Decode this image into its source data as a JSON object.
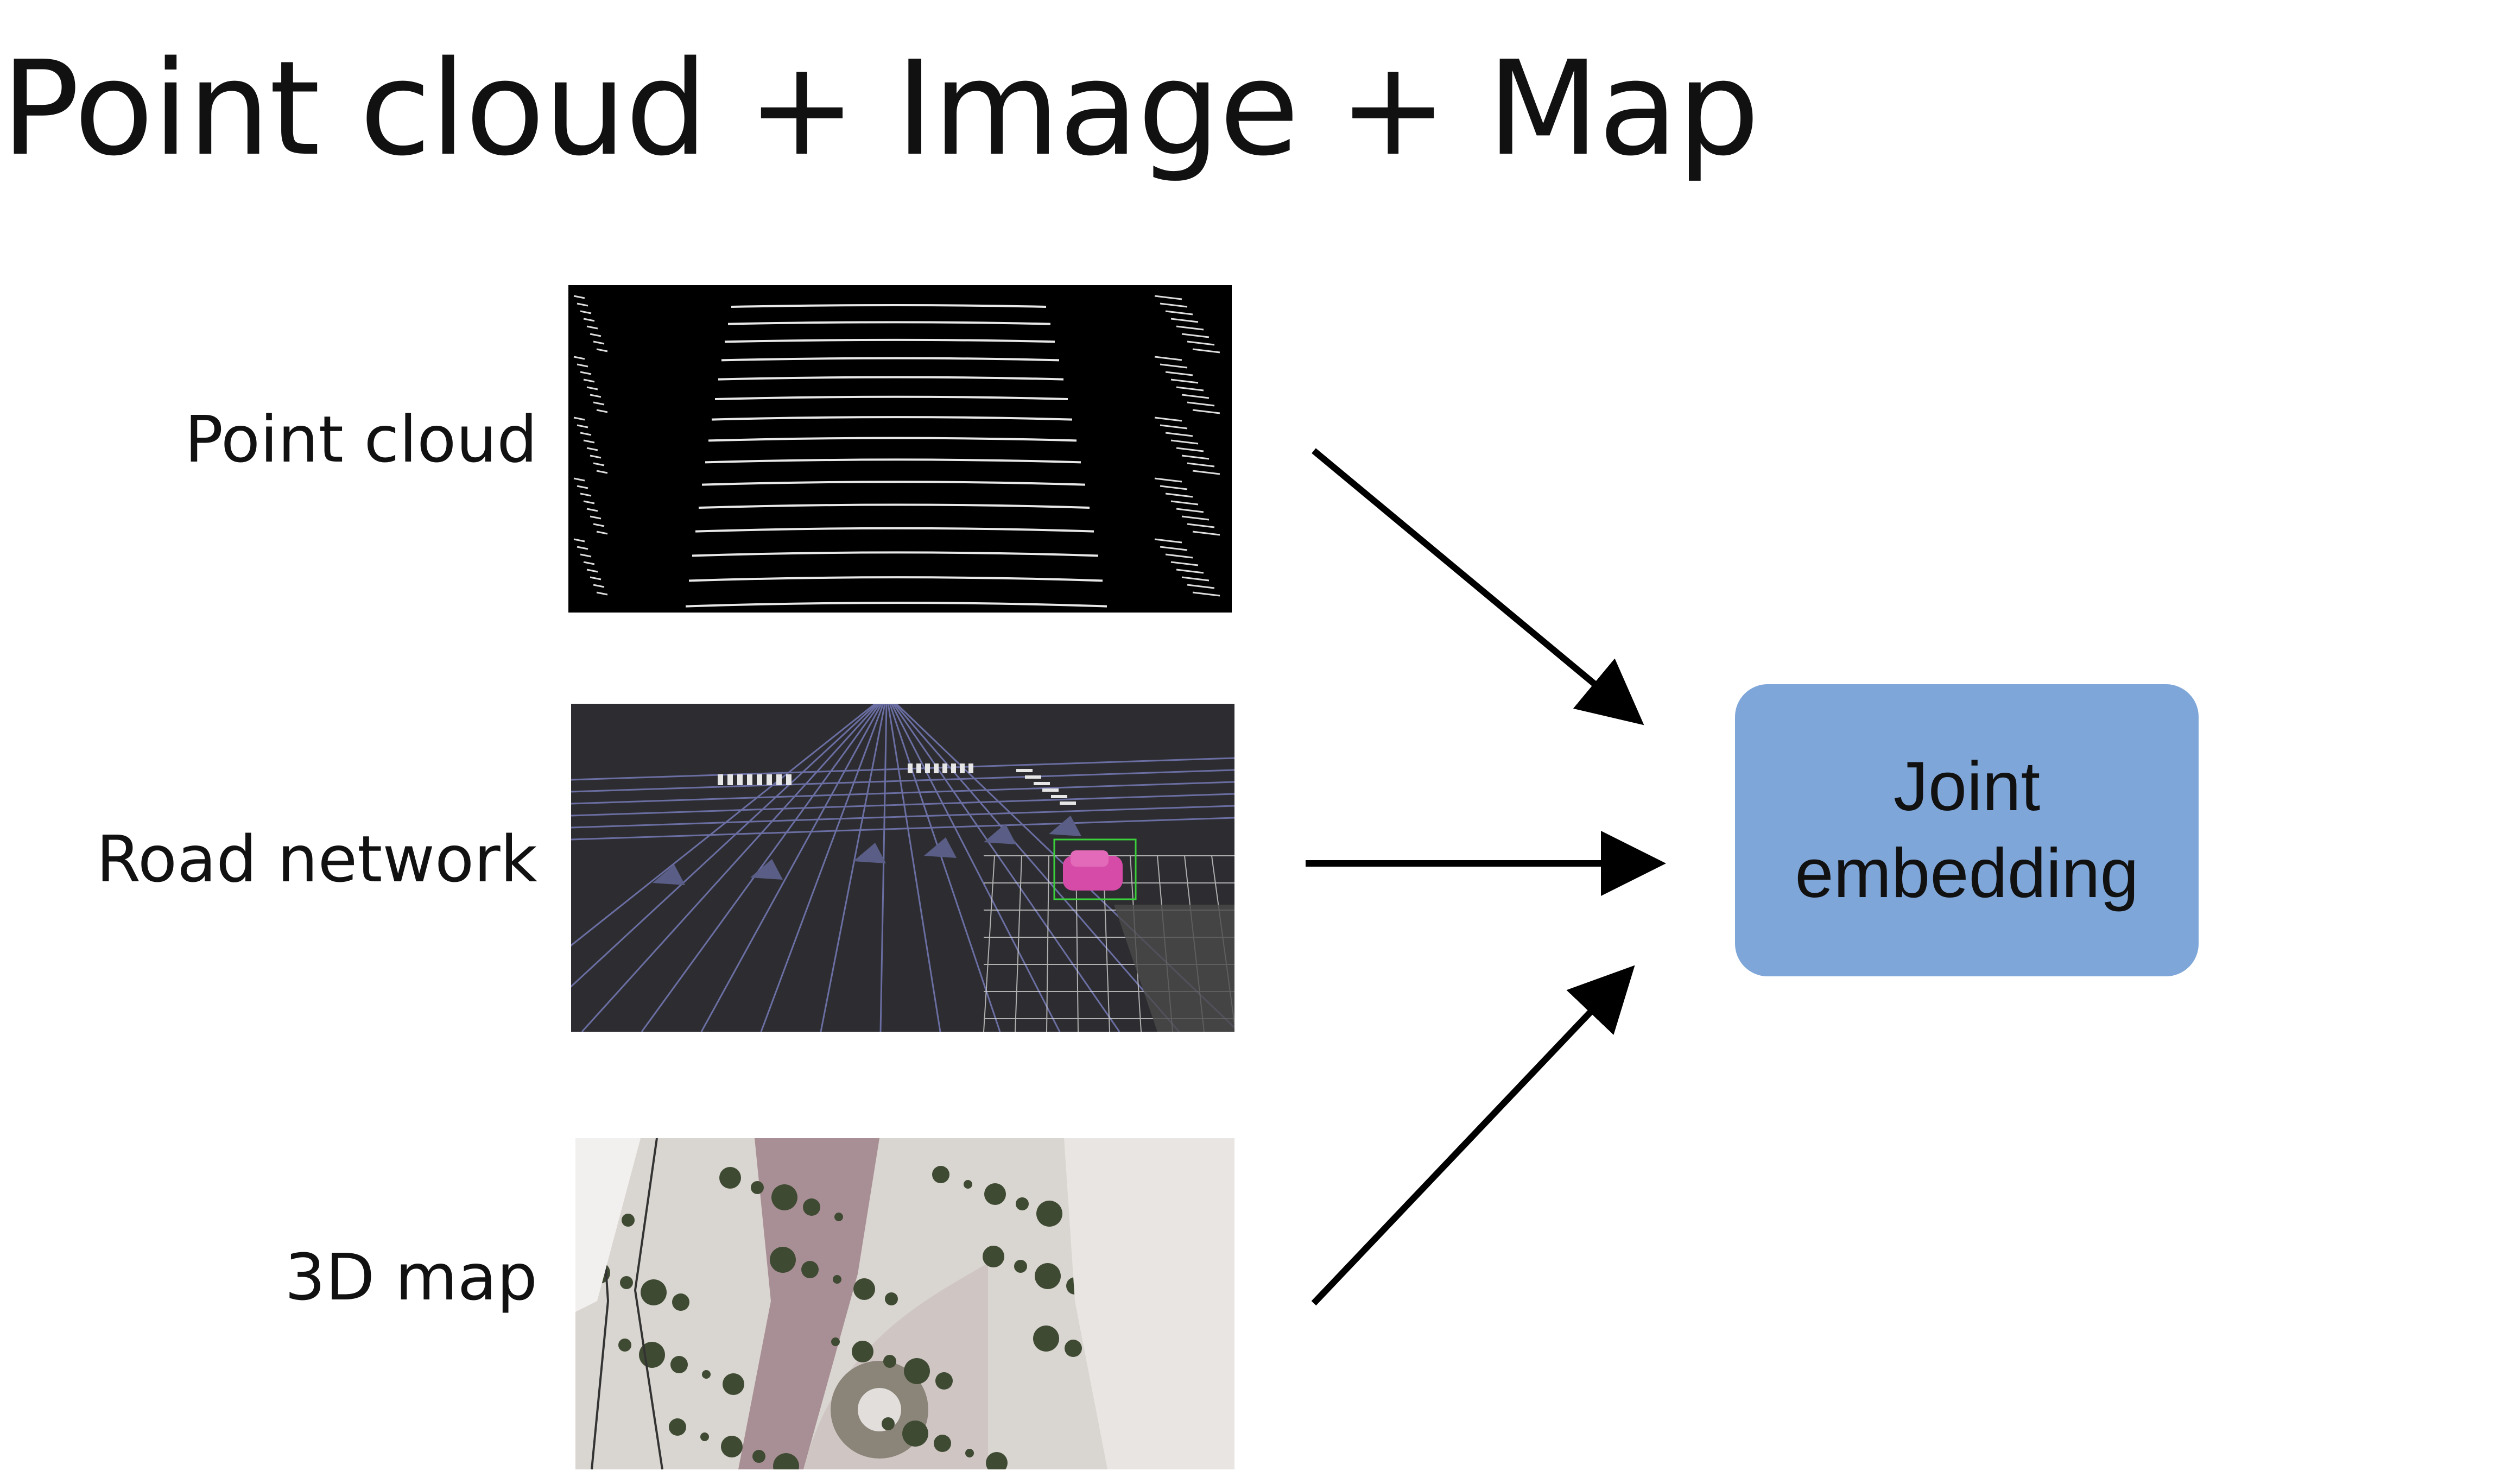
{
  "title": "Point cloud + Image + Map",
  "inputs": [
    {
      "label": "Point cloud"
    },
    {
      "label": "Road network"
    },
    {
      "label": "3D map"
    }
  ],
  "output": {
    "line1": "Joint",
    "line2": "embedding"
  },
  "colors": {
    "node_fill": "#7fa6d9",
    "arrow": "#000000",
    "text": "#111111"
  }
}
